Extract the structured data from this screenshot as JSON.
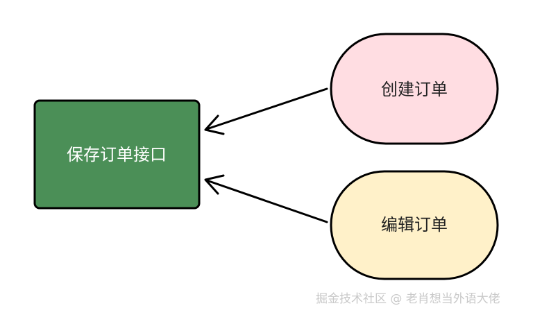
{
  "diagram": {
    "nodes": {
      "save_order_api": {
        "label": "保存订单接口",
        "fill": "#4b8f57",
        "stroke": "#000000",
        "text_color": "#ffffff"
      },
      "create_order": {
        "label": "创建订单",
        "fill": "#ffdde2",
        "stroke": "#000000",
        "text_color": "#222222"
      },
      "edit_order": {
        "label": "编辑订单",
        "fill": "#fff1c9",
        "stroke": "#000000",
        "text_color": "#222222"
      }
    },
    "edges": [
      {
        "from": "create_order",
        "to": "save_order_api"
      },
      {
        "from": "edit_order",
        "to": "save_order_api"
      }
    ]
  },
  "watermark": {
    "text": "掘金技术社区 @ 老肖想当外语大佬"
  }
}
